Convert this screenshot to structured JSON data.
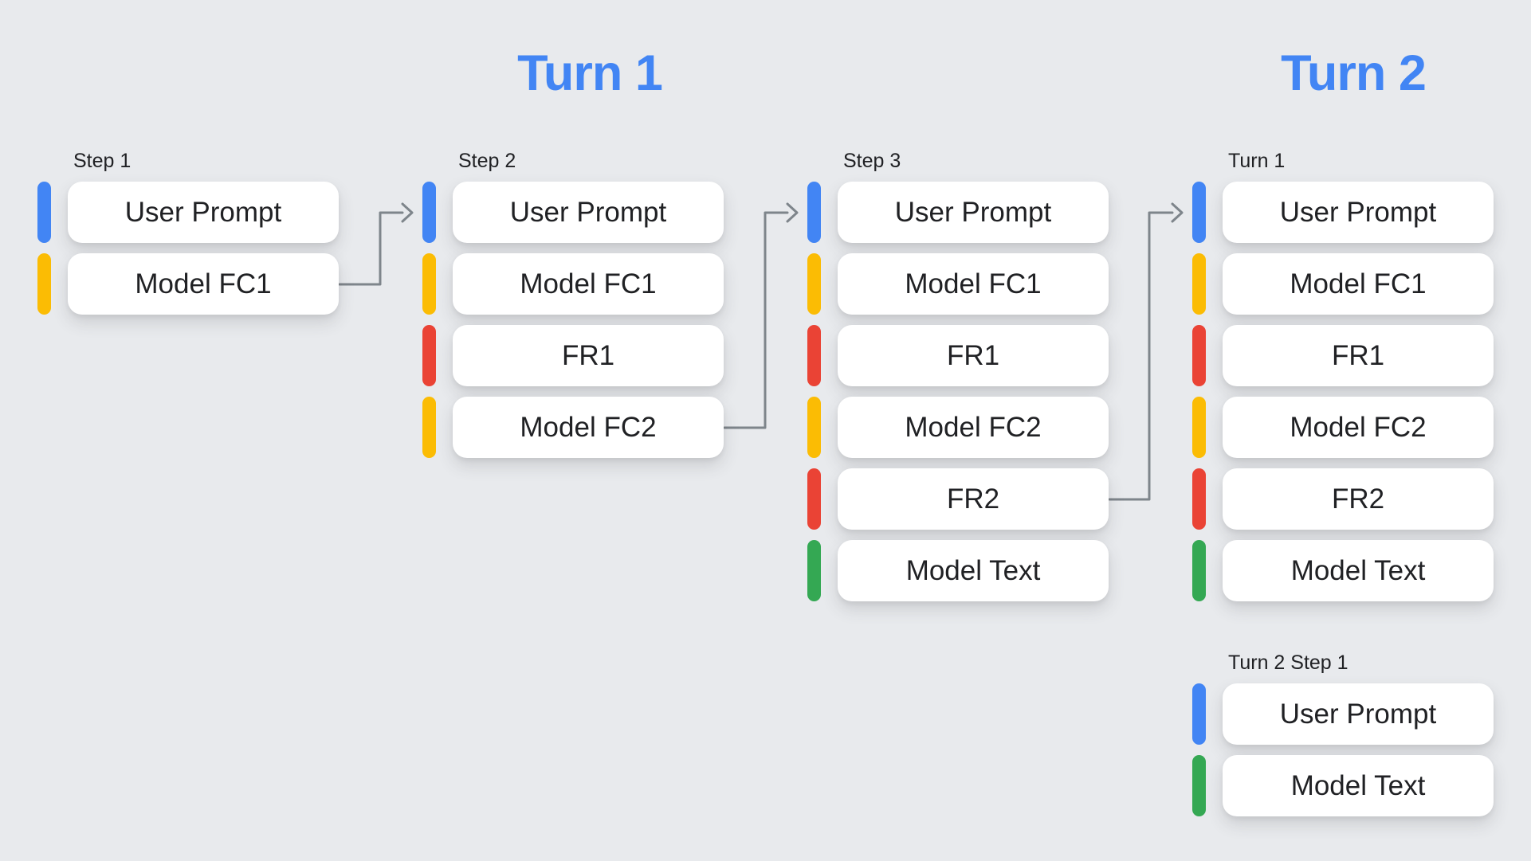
{
  "titles": {
    "turn1": "Turn 1",
    "turn2": "Turn 2"
  },
  "colors": {
    "background": "#E8EAED",
    "title-blue": "#4285F4",
    "user-prompt": "#4285F4",
    "model-fc": "#FBBC04",
    "function-response": "#EA4335",
    "model-text": "#34A853",
    "arrow": "#7E858B",
    "box-bg": "#FFFFFF",
    "text": "#202124"
  },
  "groups": [
    {
      "label": "Step 1",
      "rows": [
        {
          "type": "user-prompt",
          "label": "User Prompt"
        },
        {
          "type": "model-fc",
          "label": "Model FC1"
        }
      ]
    },
    {
      "label": "Step 2",
      "rows": [
        {
          "type": "user-prompt",
          "label": "User Prompt"
        },
        {
          "type": "model-fc",
          "label": "Model FC1"
        },
        {
          "type": "function-response",
          "label": "FR1"
        },
        {
          "type": "model-fc",
          "label": "Model FC2"
        }
      ]
    },
    {
      "label": "Step 3",
      "rows": [
        {
          "type": "user-prompt",
          "label": "User Prompt"
        },
        {
          "type": "model-fc",
          "label": "Model FC1"
        },
        {
          "type": "function-response",
          "label": "FR1"
        },
        {
          "type": "model-fc",
          "label": "Model FC2"
        },
        {
          "type": "function-response",
          "label": "FR2"
        },
        {
          "type": "model-text",
          "label": "Model Text"
        }
      ]
    },
    {
      "label": "Turn 1",
      "rows": [
        {
          "type": "user-prompt",
          "label": "User Prompt"
        },
        {
          "type": "model-fc",
          "label": "Model FC1"
        },
        {
          "type": "function-response",
          "label": "FR1"
        },
        {
          "type": "model-fc",
          "label": "Model FC2"
        },
        {
          "type": "function-response",
          "label": "FR2"
        },
        {
          "type": "model-text",
          "label": "Model Text"
        }
      ]
    },
    {
      "label": "Turn 2 Step 1",
      "rows": [
        {
          "type": "user-prompt",
          "label": "User Prompt"
        },
        {
          "type": "model-text",
          "label": "Model Text"
        }
      ]
    }
  ],
  "arrows": [
    {
      "from": "step-1-model-fc1",
      "to": "step-2-user-prompt"
    },
    {
      "from": "step-2-model-fc2",
      "to": "step-3-user-prompt"
    },
    {
      "from": "step-3-fr2",
      "to": "turn-1-user-prompt"
    }
  ]
}
